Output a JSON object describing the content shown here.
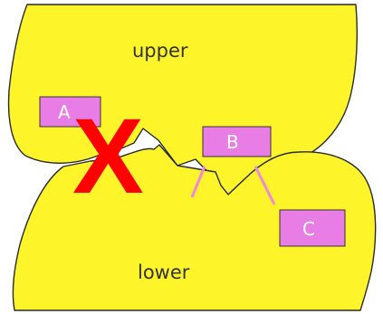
{
  "regions": {
    "upper": {
      "label": "upper"
    },
    "lower": {
      "label": "lower"
    }
  },
  "boxes": {
    "a": {
      "label": "A"
    },
    "b": {
      "label": "B"
    },
    "c": {
      "label": "C"
    }
  },
  "cross_mark": {
    "label": "X",
    "color": "#ff0000"
  },
  "colors": {
    "region_fill": "#fdf52a",
    "region_stroke": "#2a2a2a",
    "box_fill": "#e97de6",
    "box_stroke": "#333333",
    "connector": "#f08ad8"
  }
}
